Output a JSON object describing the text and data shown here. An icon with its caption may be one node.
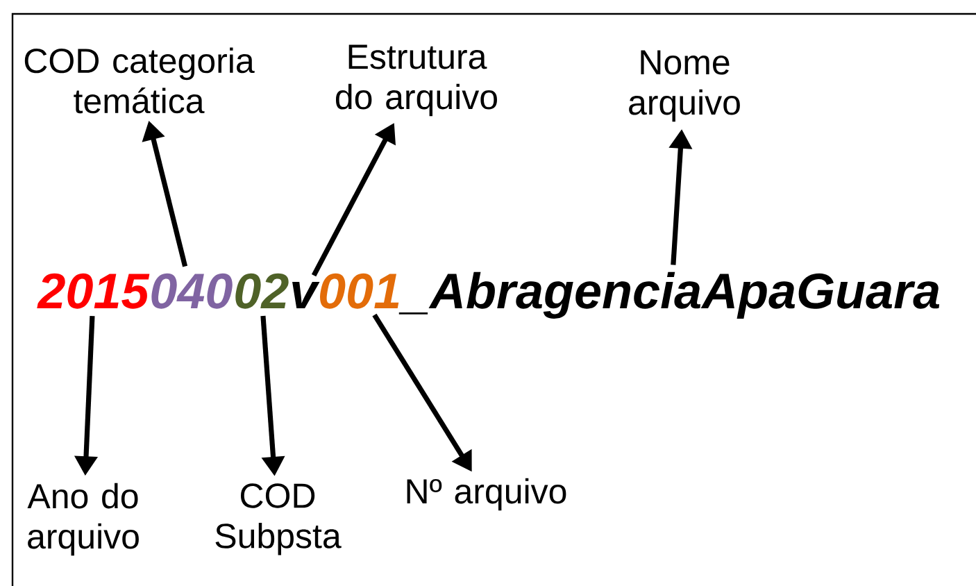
{
  "diagram": {
    "nodes": [
      {
        "text": [
          "COD categoria temática"
        ]
      },
      {
        "text": [
          "Estrutura do arquivo"
        ]
      },
      {
        "text": [
          "Nome arquivo"
        ]
      },
      {
        "text": [
          "2015"
        ]
      },
      {
        "text": [
          "040"
        ]
      },
      {
        "text": [
          "02"
        ]
      },
      {
        "text": [
          "v"
        ]
      },
      {
        "text": [
          "001"
        ]
      },
      {
        "text": [
          "_AbragenciaApaGuara"
        ]
      },
      {
        "text": [
          "Ano do arquivo"
        ]
      },
      {
        "text": [
          "COD Subpsta"
        ]
      },
      {
        "text": [
          "Nº arquivo"
        ]
      }
    ],
    "edges": [
      {
        "from": 4,
        "to": 0,
        "arrow": "to"
      },
      {
        "from": 6,
        "to": 1,
        "arrow": "to"
      },
      {
        "from": 8,
        "to": 2,
        "arrow": "to"
      },
      {
        "from": 3,
        "to": 9,
        "arrow": "to"
      },
      {
        "from": 5,
        "to": 10,
        "arrow": "to"
      },
      {
        "from": 7,
        "to": 11,
        "arrow": "to"
      }
    ]
  }
}
